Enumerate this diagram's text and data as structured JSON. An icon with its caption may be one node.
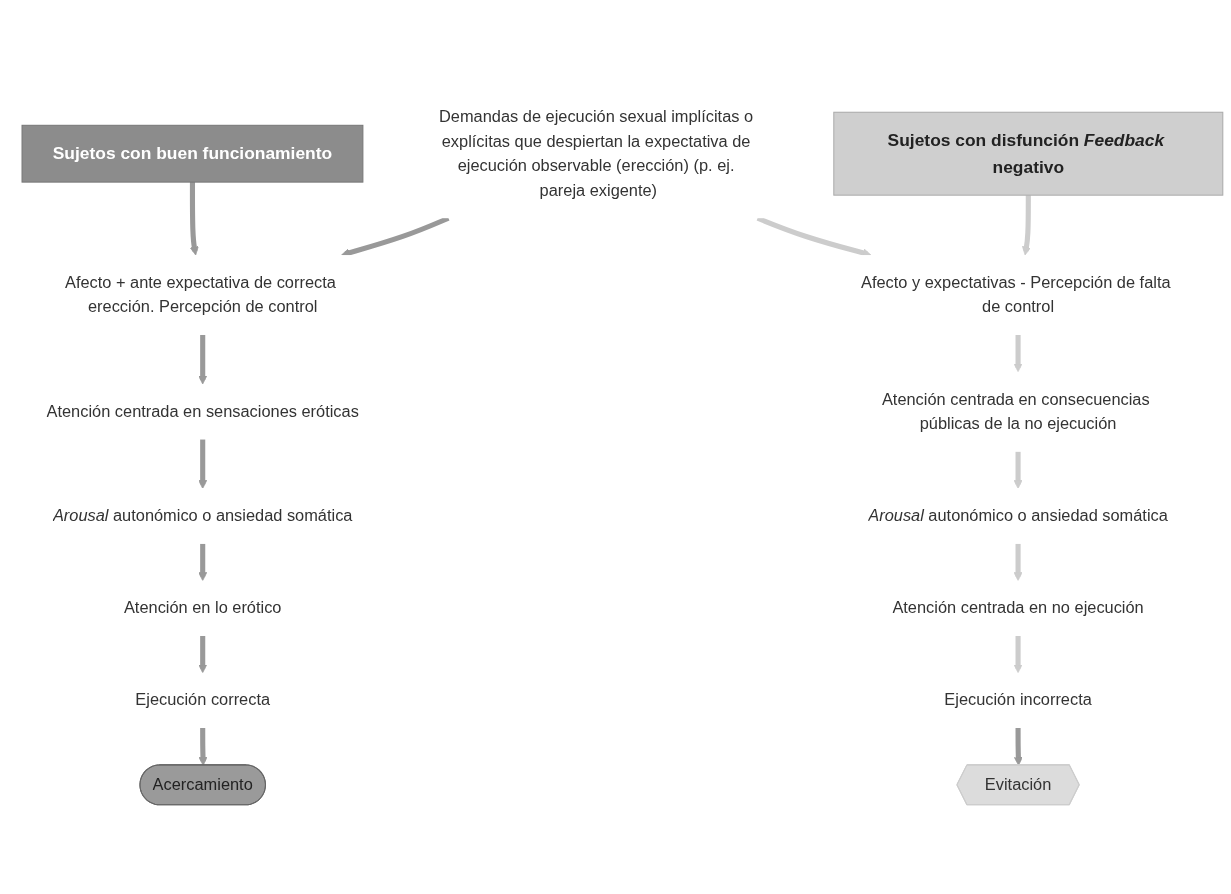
{
  "diagram": {
    "nodes": [
      {
        "text": [
          "Sujetos con buen funcionamiento"
        ]
      },
      {
        "text": [
          "Demandas de ejecución sexual implícitas o explícitas que despiertan la expectativa de ejecución observable (erección) (p. ej. pareja exigente)"
        ]
      },
      {
        "text": [
          "Sujetos con disfunción *Feedback* negativo"
        ]
      },
      {
        "text": [
          "Afecto + ante expectativa de correcta erección. Percepción de control"
        ]
      },
      {
        "text": [
          "Atención centrada en sensaciones eróticas"
        ]
      },
      {
        "text": [
          "*Arousal* autonómico o ansiedad somática"
        ]
      },
      {
        "text": [
          "Atención en lo erótico"
        ]
      },
      {
        "text": [
          "Ejecución correcta"
        ]
      },
      {
        "text": [
          "Afecto y expectativas - Percepción de falta de control"
        ]
      },
      {
        "text": [
          "Atención centrada en consecuencias públicas de la no ejecución"
        ]
      },
      {
        "text": [
          "*Arousal* autonómico o ansiedad somática"
        ]
      },
      {
        "text": [
          "Atención centrada en no ejecución"
        ]
      },
      {
        "text": [
          "Ejecución incorrecta"
        ]
      },
      {
        "text": [
          "Acercamiento"
        ]
      },
      {
        "text": [
          "Evitación"
        ]
      }
    ],
    "edges": [
      {
        "from": 0,
        "to": 3,
        "arrow": "to"
      },
      {
        "from": 1,
        "to": 3,
        "arrow": "to"
      },
      {
        "from": 1,
        "to": 8,
        "arrow": "to",
        "color": "#cccccc"
      },
      {
        "from": 2,
        "to": 8,
        "arrow": "to",
        "color": "#cccccc"
      },
      {
        "from": 3,
        "to": 4,
        "arrow": "to"
      },
      {
        "from": 4,
        "to": 5,
        "arrow": "to"
      },
      {
        "from": 5,
        "to": 6,
        "arrow": "to"
      },
      {
        "from": 6,
        "to": 7,
        "arrow": "to"
      },
      {
        "from": 8,
        "to": 9,
        "arrow": "to",
        "color": "#cccccc"
      },
      {
        "from": 9,
        "to": 10,
        "arrow": "to",
        "color": "#cccccc"
      },
      {
        "from": 10,
        "to": 11,
        "arrow": "to",
        "color": "#cccccc"
      },
      {
        "from": 11,
        "to": 12,
        "arrow": "to",
        "color": "#cccccc"
      },
      {
        "from": 7,
        "to": 13,
        "arrow": "to"
      },
      {
        "from": 12,
        "to": 14,
        "arrow": "to"
      }
    ]
  }
}
